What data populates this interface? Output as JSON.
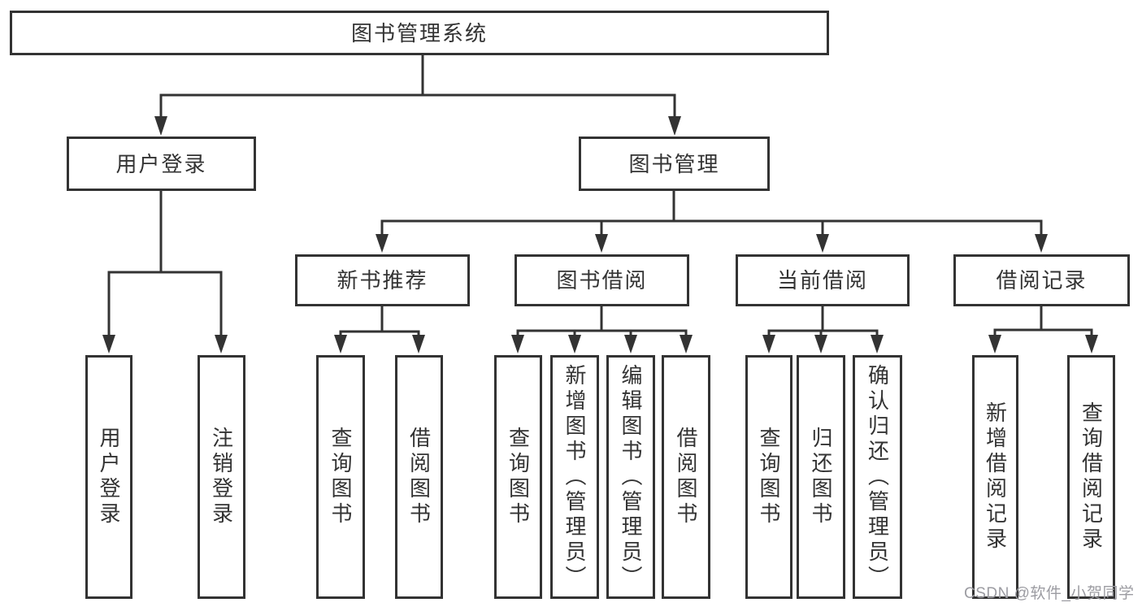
{
  "diagram": {
    "root": {
      "label": "图书管理系统"
    },
    "level2": {
      "user_login": {
        "label": "用户登录"
      },
      "book_mgmt": {
        "label": "图书管理"
      }
    },
    "level3": {
      "new_books": {
        "label": "新书推荐"
      },
      "book_borrow": {
        "label": "图书借阅"
      },
      "current_borrow": {
        "label": "当前借阅"
      },
      "borrow_records": {
        "label": "借阅记录"
      }
    },
    "leaves": {
      "ul_login": {
        "label": "用户登录"
      },
      "ul_logout": {
        "label": "注销登录"
      },
      "nb_query": {
        "label": "查询图书"
      },
      "nb_borrow": {
        "label": "借阅图书"
      },
      "bb_query": {
        "label": "查询图书"
      },
      "bb_add": {
        "label": "新增图书（管理员）"
      },
      "bb_edit": {
        "label": "编辑图书（管理员）"
      },
      "bb_borrow": {
        "label": "借阅图书"
      },
      "cb_query": {
        "label": "查询图书"
      },
      "cb_return": {
        "label": "归还图书"
      },
      "cb_confirm": {
        "label": "确认归还（管理员）"
      },
      "br_add": {
        "label": "新增借阅记录"
      },
      "br_query": {
        "label": "查询借阅记录"
      }
    },
    "watermark": "CSDN @软件_小贺同学",
    "colors": {
      "line": "#333333",
      "text": "#333333",
      "watermark": "#9c9ca2",
      "background": "#ffffff"
    }
  }
}
